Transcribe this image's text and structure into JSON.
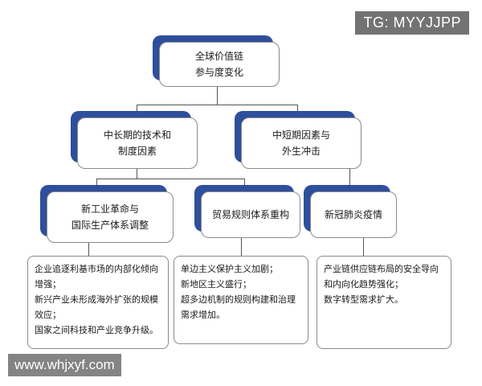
{
  "watermarks": {
    "top": "TG: MYYJJPP",
    "bottom": "www.whjxyf.com"
  },
  "colors": {
    "accent": "#2e4f9c",
    "box_border": "#8a8a8a",
    "connector": "#555555"
  },
  "diagram": {
    "root": {
      "line1": "全球价值链",
      "line2": "参与度变化"
    },
    "level2": [
      {
        "line1": "中长期的技术和",
        "line2": "制度因素"
      },
      {
        "line1": "中短期因素与",
        "line2": "外生冲击"
      }
    ],
    "level3": [
      {
        "line1": "新工业革命与",
        "line2": "国际生产体系调整"
      },
      {
        "line1": "贸易规则体系重构",
        "line2": ""
      },
      {
        "line1": "新冠肺炎疫情",
        "line2": ""
      }
    ],
    "details": [
      [
        "企业追逐利基市场的内部化倾向增强；",
        "新兴产业未形成海外扩张的规模效应；",
        "国家之间科技和产业竞争升级。"
      ],
      [
        "单边主义保护主义加剧；",
        "新地区主义盛行；",
        "超多边机制的规则构建和治理需求增加。"
      ],
      [
        "产业链供应链布局的安全导向和内向化趋势强化；",
        "数字转型需求扩大。"
      ]
    ]
  }
}
